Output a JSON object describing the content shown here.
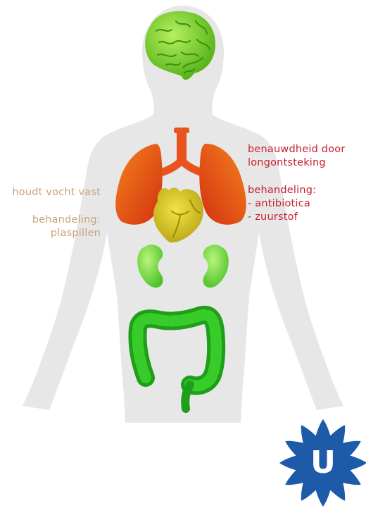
{
  "colors": {
    "body": "#e6e6e6",
    "brain": "#7ad61e",
    "lungs": "#e9531d",
    "heart": "#d8c81f",
    "kidneys": "#7fe04a",
    "intestine": "#22b81c",
    "left_text": "#c9a27a",
    "right_text": "#c8202f",
    "logo": "#1d5aa8"
  },
  "left_annotation": {
    "line1": "houdt vocht vast",
    "line2": "behandeling:",
    "line3": "plaspillen"
  },
  "right_annotation": {
    "line1": "benauwdheid door",
    "line2": "longontsteking",
    "line3": "behandeling:",
    "line4": "- antibiotica",
    "line5": "- zuurstof"
  },
  "logo": {
    "letter": "U"
  }
}
